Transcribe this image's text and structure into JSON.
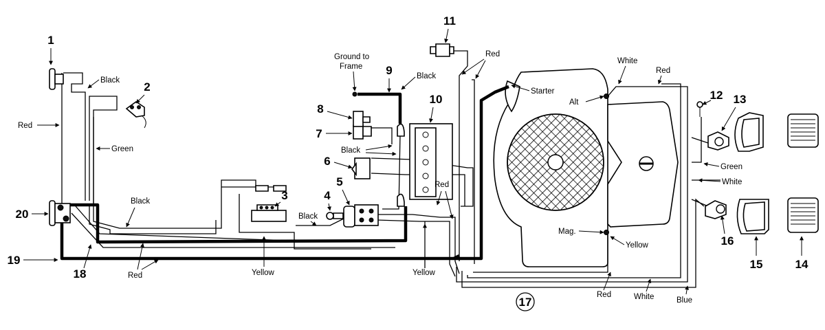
{
  "callouts": {
    "c1": "1",
    "c2": "2",
    "c3": "3",
    "c4": "4",
    "c5": "5",
    "c6": "6",
    "c7": "7",
    "c8": "8",
    "c9": "9",
    "c10": "10",
    "c11": "11",
    "c12": "12",
    "c13": "13",
    "c14": "14",
    "c15": "15",
    "c16": "16",
    "c17": "17",
    "c18": "18",
    "c19": "19",
    "c20": "20"
  },
  "wire_labels": {
    "black_top": "Black",
    "red_left": "Red",
    "green_left": "Green",
    "black_lower_left": "Black",
    "red_bottom_left": "Red",
    "yellow_bottom_left": "Yellow",
    "ground_line1": "Ground to",
    "ground_line2": "Frame",
    "black_9": "Black",
    "black_mid": "Black",
    "black_lower_mid": "Black",
    "red_top": "Red",
    "red_mid": "Red",
    "yellow_mid": "Yellow",
    "starter": "Starter",
    "white_top": "White",
    "red_top_right": "Red",
    "alt": "Alt",
    "mag": "Mag.",
    "yellow_right": "Yellow",
    "green_right": "Green",
    "white_right": "White",
    "red_bottom_right": "Red",
    "white_bottom_right": "White",
    "blue_bottom": "Blue"
  },
  "colors": {
    "ink": "#000000",
    "paper": "#ffffff"
  }
}
